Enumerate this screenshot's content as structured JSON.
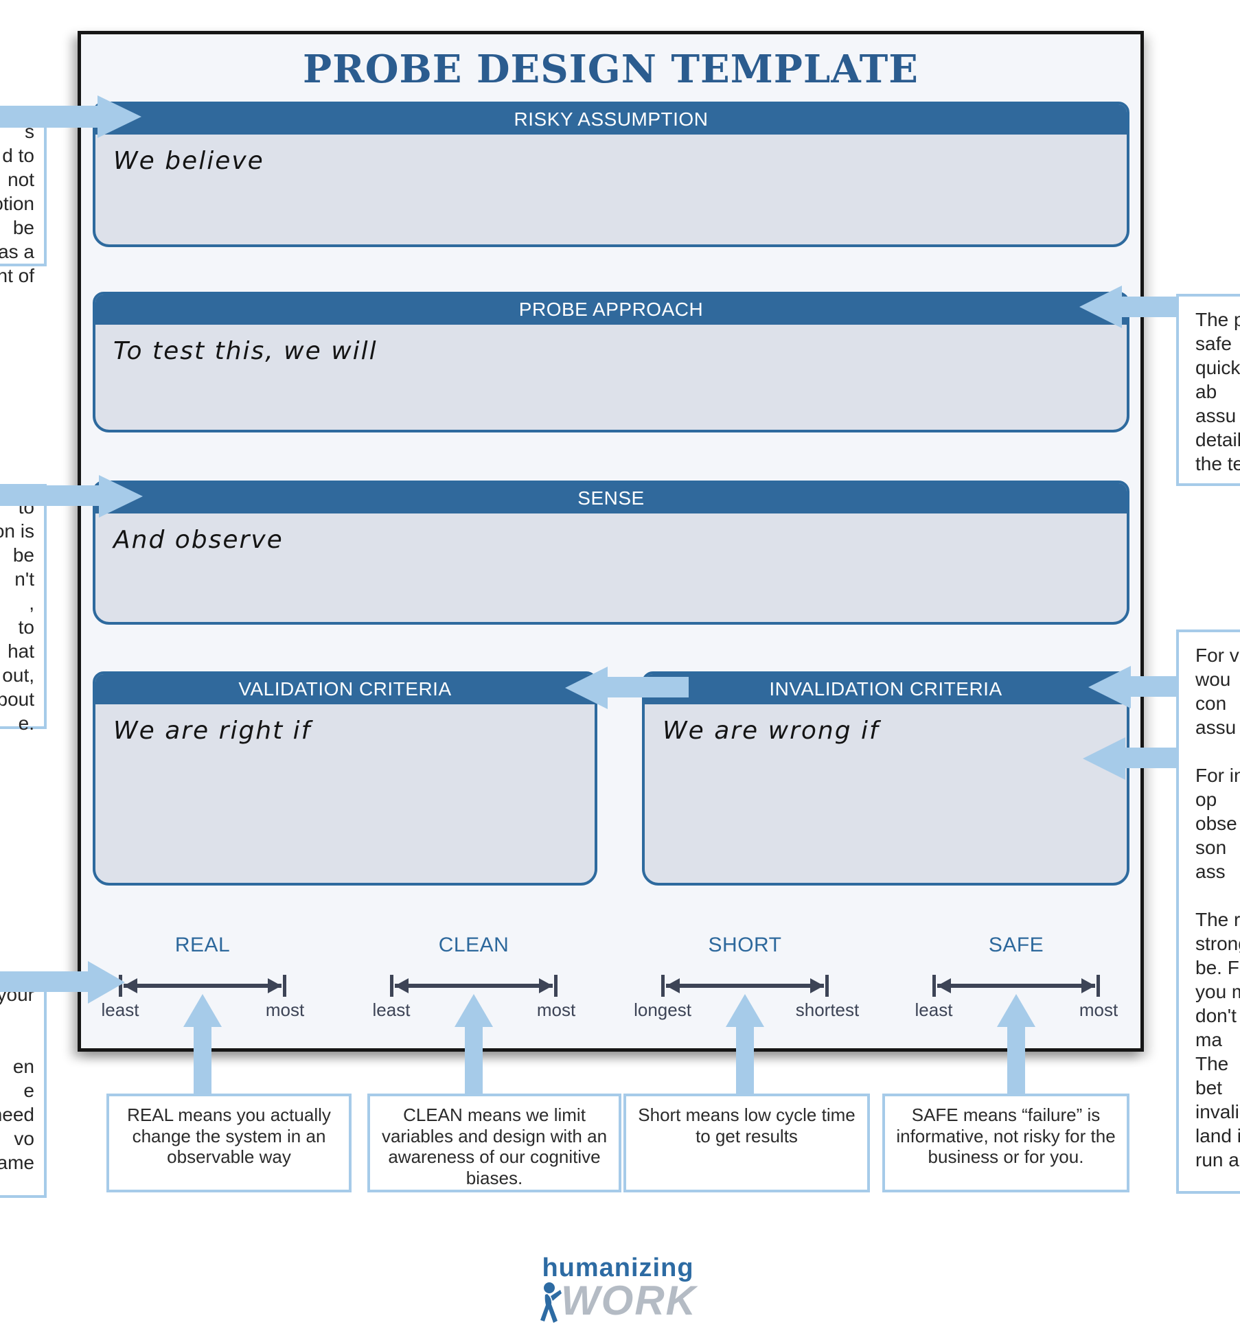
{
  "title": "PROBE DESIGN TEMPLATE",
  "sections": [
    {
      "header": "RISKY ASSUMPTION",
      "prompt": "We believe"
    },
    {
      "header": "PROBE APPROACH",
      "prompt": "To test this, we will"
    },
    {
      "header": "SENSE",
      "prompt": "And observe"
    },
    {
      "header": "VALIDATION CRITERIA",
      "prompt": "We are right if"
    },
    {
      "header": "INVALIDATION CRITERIA",
      "prompt": "We are wrong if"
    }
  ],
  "scales": [
    {
      "label": "REAL",
      "left": "least",
      "right": "most",
      "note": "REAL means you actually change the system in an observable way"
    },
    {
      "label": "CLEAN",
      "left": "least",
      "right": "most",
      "note": "CLEAN means we limit variables and design with an awareness of our cognitive biases."
    },
    {
      "label": "SHORT",
      "left": "longest",
      "right": "shortest",
      "note": "Short means low cycle time to get results"
    },
    {
      "label": "SAFE",
      "left": "least",
      "right": "most",
      "note": "SAFE means “failure” is informative, not risky for the business or for you."
    }
  ],
  "callouts": {
    "top_left_lines": [
      "s",
      "d to",
      "not",
      "otion",
      "be",
      "as a",
      "nt of"
    ],
    "mid_left_lines": [
      "to",
      "on is",
      "be",
      "n't",
      ",",
      "to",
      "hat",
      "out,",
      "bout",
      "e."
    ],
    "bottom_left_lines": [
      "your",
      "",
      "",
      "en",
      "e",
      "need",
      "vo",
      "ame"
    ],
    "top_right_lines": [
      "The p",
      "safe",
      "quickly",
      "ab",
      "assu",
      "detail",
      "the te"
    ],
    "mid_right_lines": [
      "For va",
      "wou",
      "con",
      "assu",
      "",
      "For in",
      "op",
      "obse",
      "son",
      "ass",
      "",
      "The r",
      "strong",
      "be. Fo",
      "you m",
      "don't",
      "ma",
      "The",
      "bet",
      "invalid",
      "land in",
      "run a"
    ]
  },
  "logo": {
    "line1": "humanizing",
    "line2": "WORK"
  },
  "colors": {
    "header_blue": "#30699c",
    "body_fill": "#dde1ea",
    "border_blue": "#2e6a9e",
    "arrow_blue": "#a6cbe9",
    "scale_dark": "#3d4456",
    "title_blue": "#2b5c8f",
    "logo_blue": "#2d6ba3",
    "logo_gray": "#b4bbc4"
  }
}
